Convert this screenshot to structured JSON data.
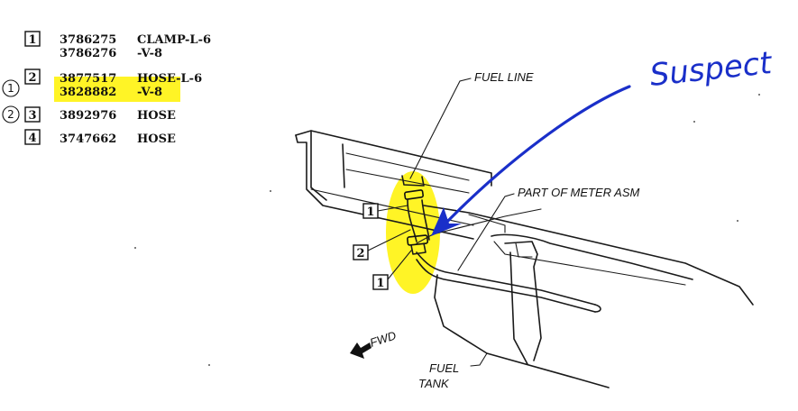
{
  "parts_list": [
    {
      "index": "1",
      "numbers": [
        "3786275",
        "3786276"
      ],
      "descriptions": [
        "CLAMP-L-6",
        "-V-8"
      ],
      "highlight": false,
      "circle_mark": ""
    },
    {
      "index": "2",
      "numbers": [
        "3877517",
        "3828882"
      ],
      "descriptions": [
        "HOSE-L-6",
        "-V-8"
      ],
      "highlight": true,
      "circle_mark": "1"
    },
    {
      "index": "3",
      "numbers": [
        "3892976"
      ],
      "descriptions": [
        "HOSE"
      ],
      "highlight": false,
      "circle_mark": "2"
    },
    {
      "index": "4",
      "numbers": [
        "3747662"
      ],
      "descriptions": [
        "HOSE"
      ],
      "highlight": false,
      "circle_mark": ""
    }
  ],
  "callouts": {
    "fuel_line": "FUEL LINE",
    "meter_asm": "PART OF METER ASM",
    "fuel_tank_line1": "FUEL",
    "fuel_tank_line2": "TANK",
    "fwd": "FWD"
  },
  "diagram_labels": [
    "1",
    "2",
    "1"
  ],
  "annotation": {
    "text": "Suspect",
    "color": "#1a2fc9",
    "highlight_color": "#fff200"
  }
}
